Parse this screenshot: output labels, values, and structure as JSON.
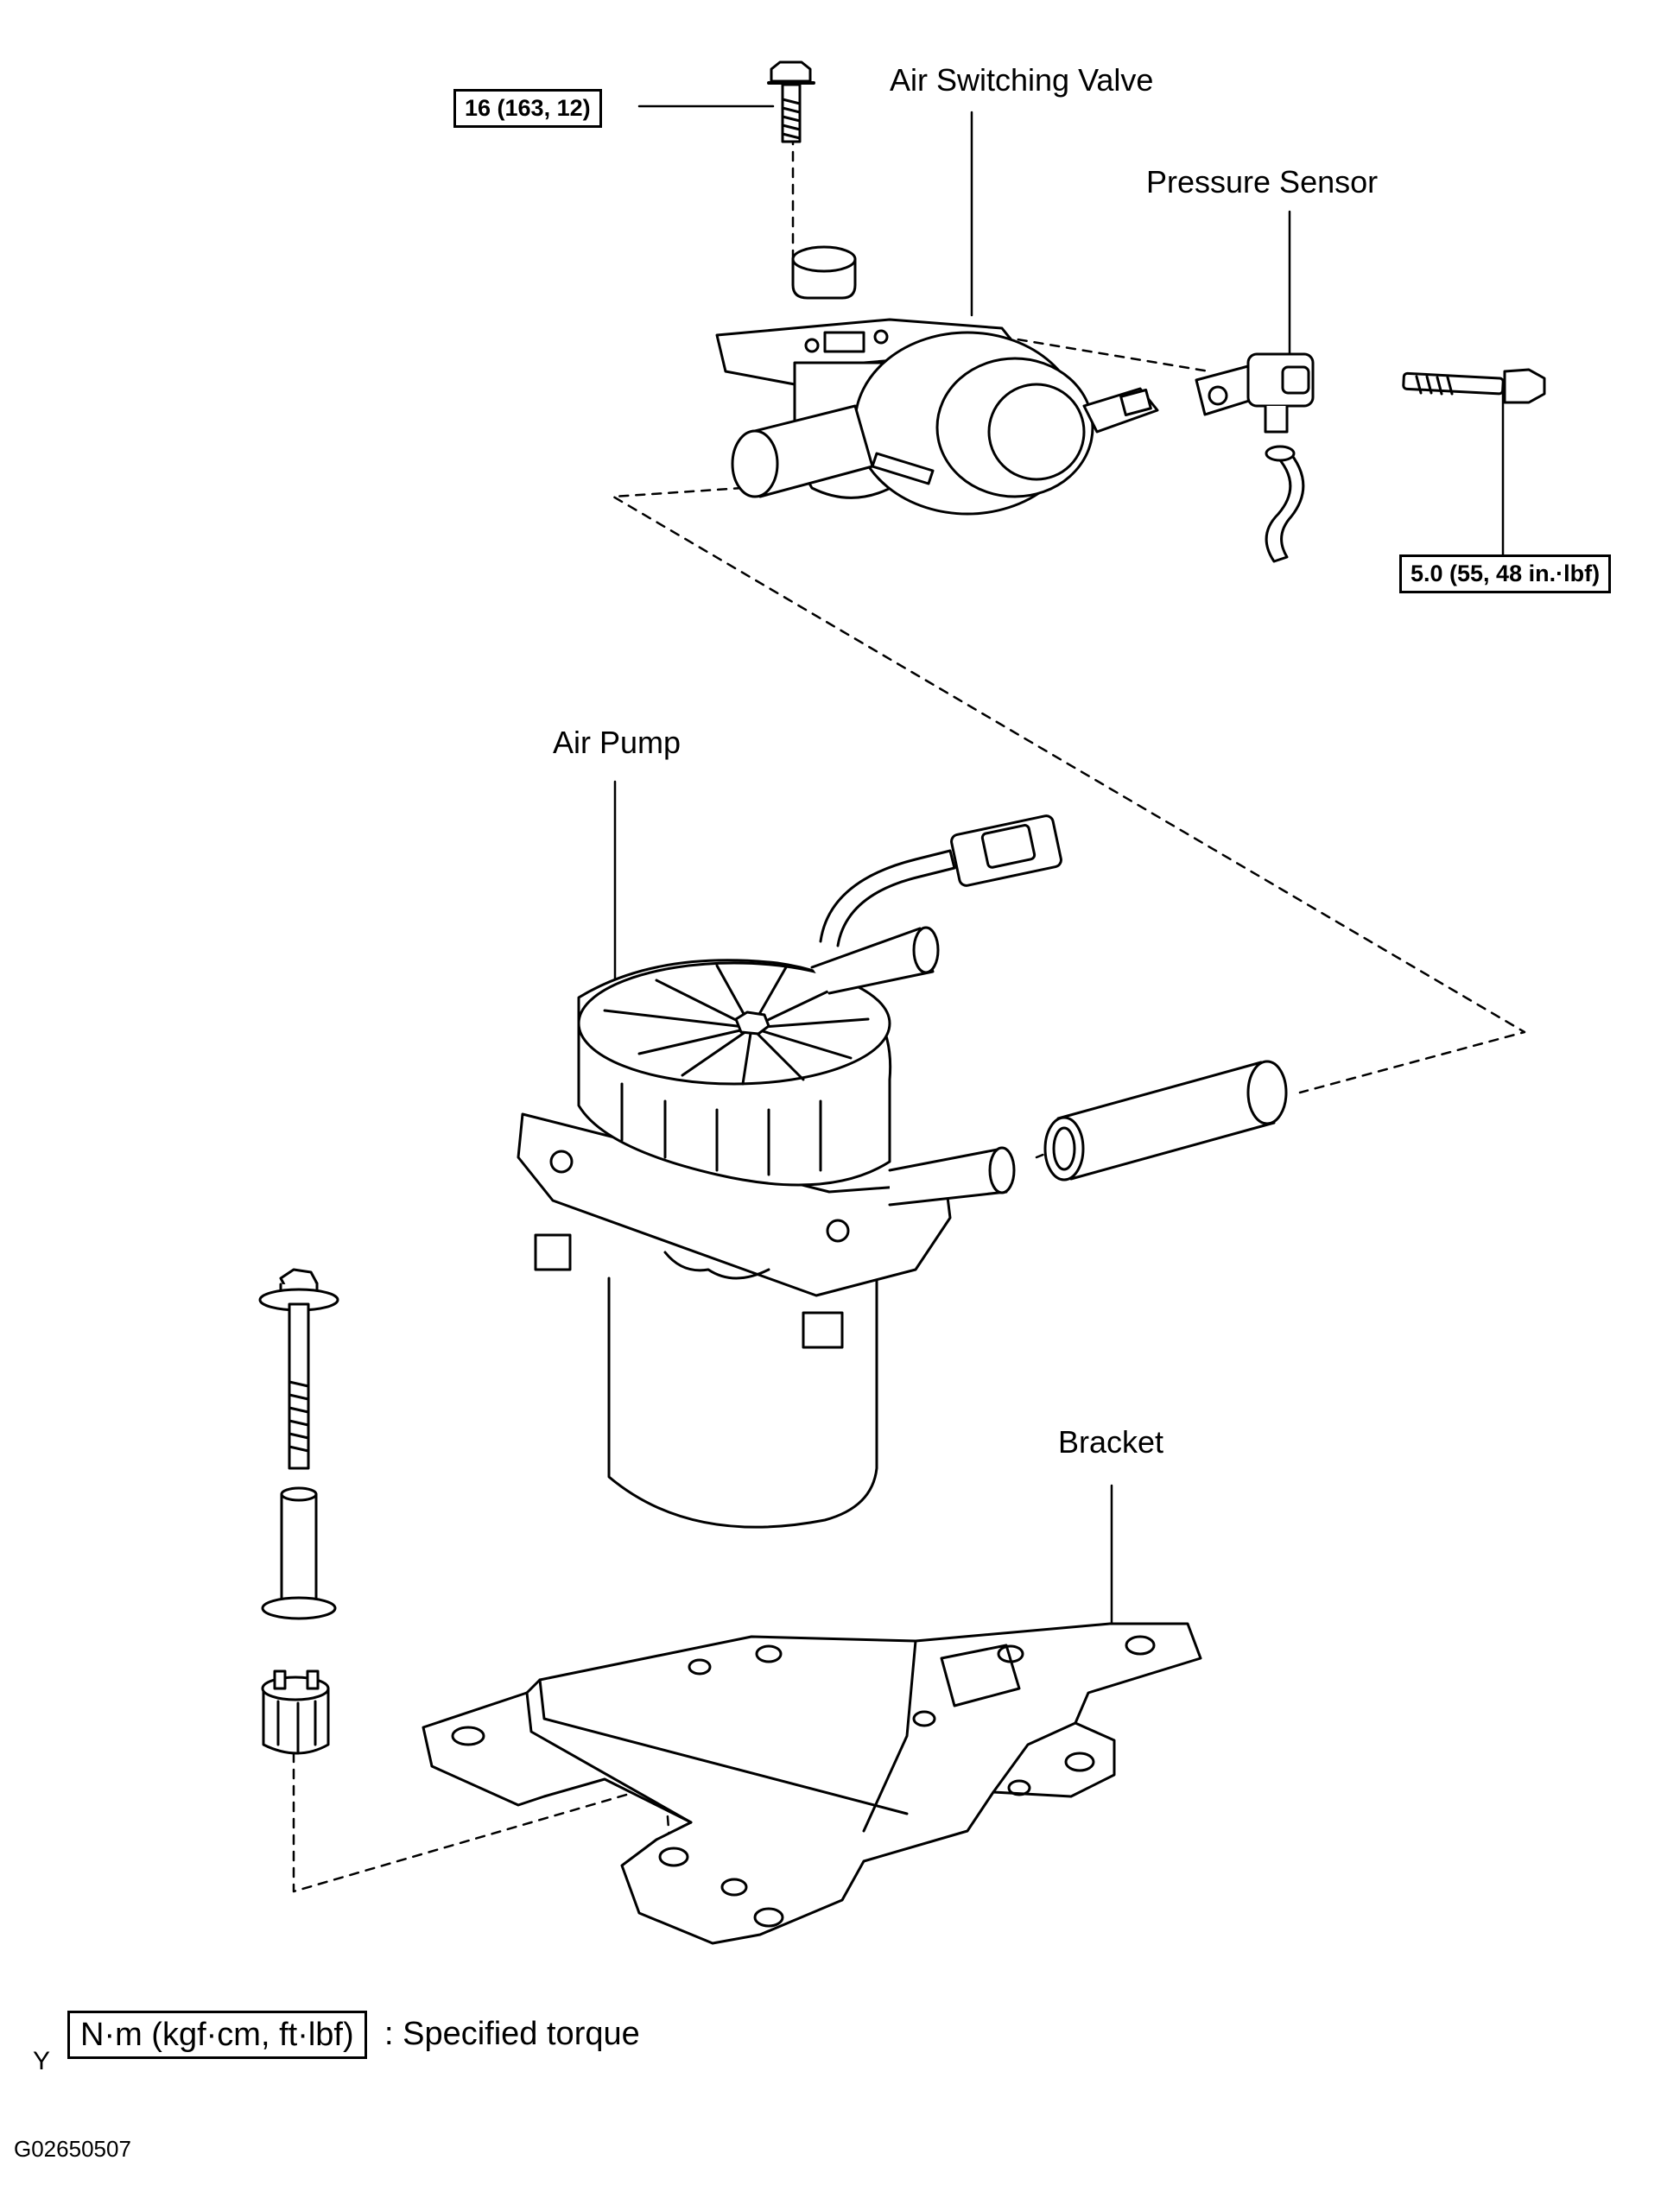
{
  "labels": {
    "air_switching_valve": "Air Switching Valve",
    "pressure_sensor": "Pressure Sensor",
    "air_pump": "Air Pump",
    "bracket": "Bracket"
  },
  "torques": {
    "valve_bolt": "16 (163, 12)",
    "sensor_bolt": "5.0 (55, 48 in.·lbf)"
  },
  "legend": {
    "marker": "Y",
    "unit_box": "N·m (kgf·cm, ft·lbf)",
    "description": ": Specified torque"
  },
  "figure_code": "G02650507"
}
